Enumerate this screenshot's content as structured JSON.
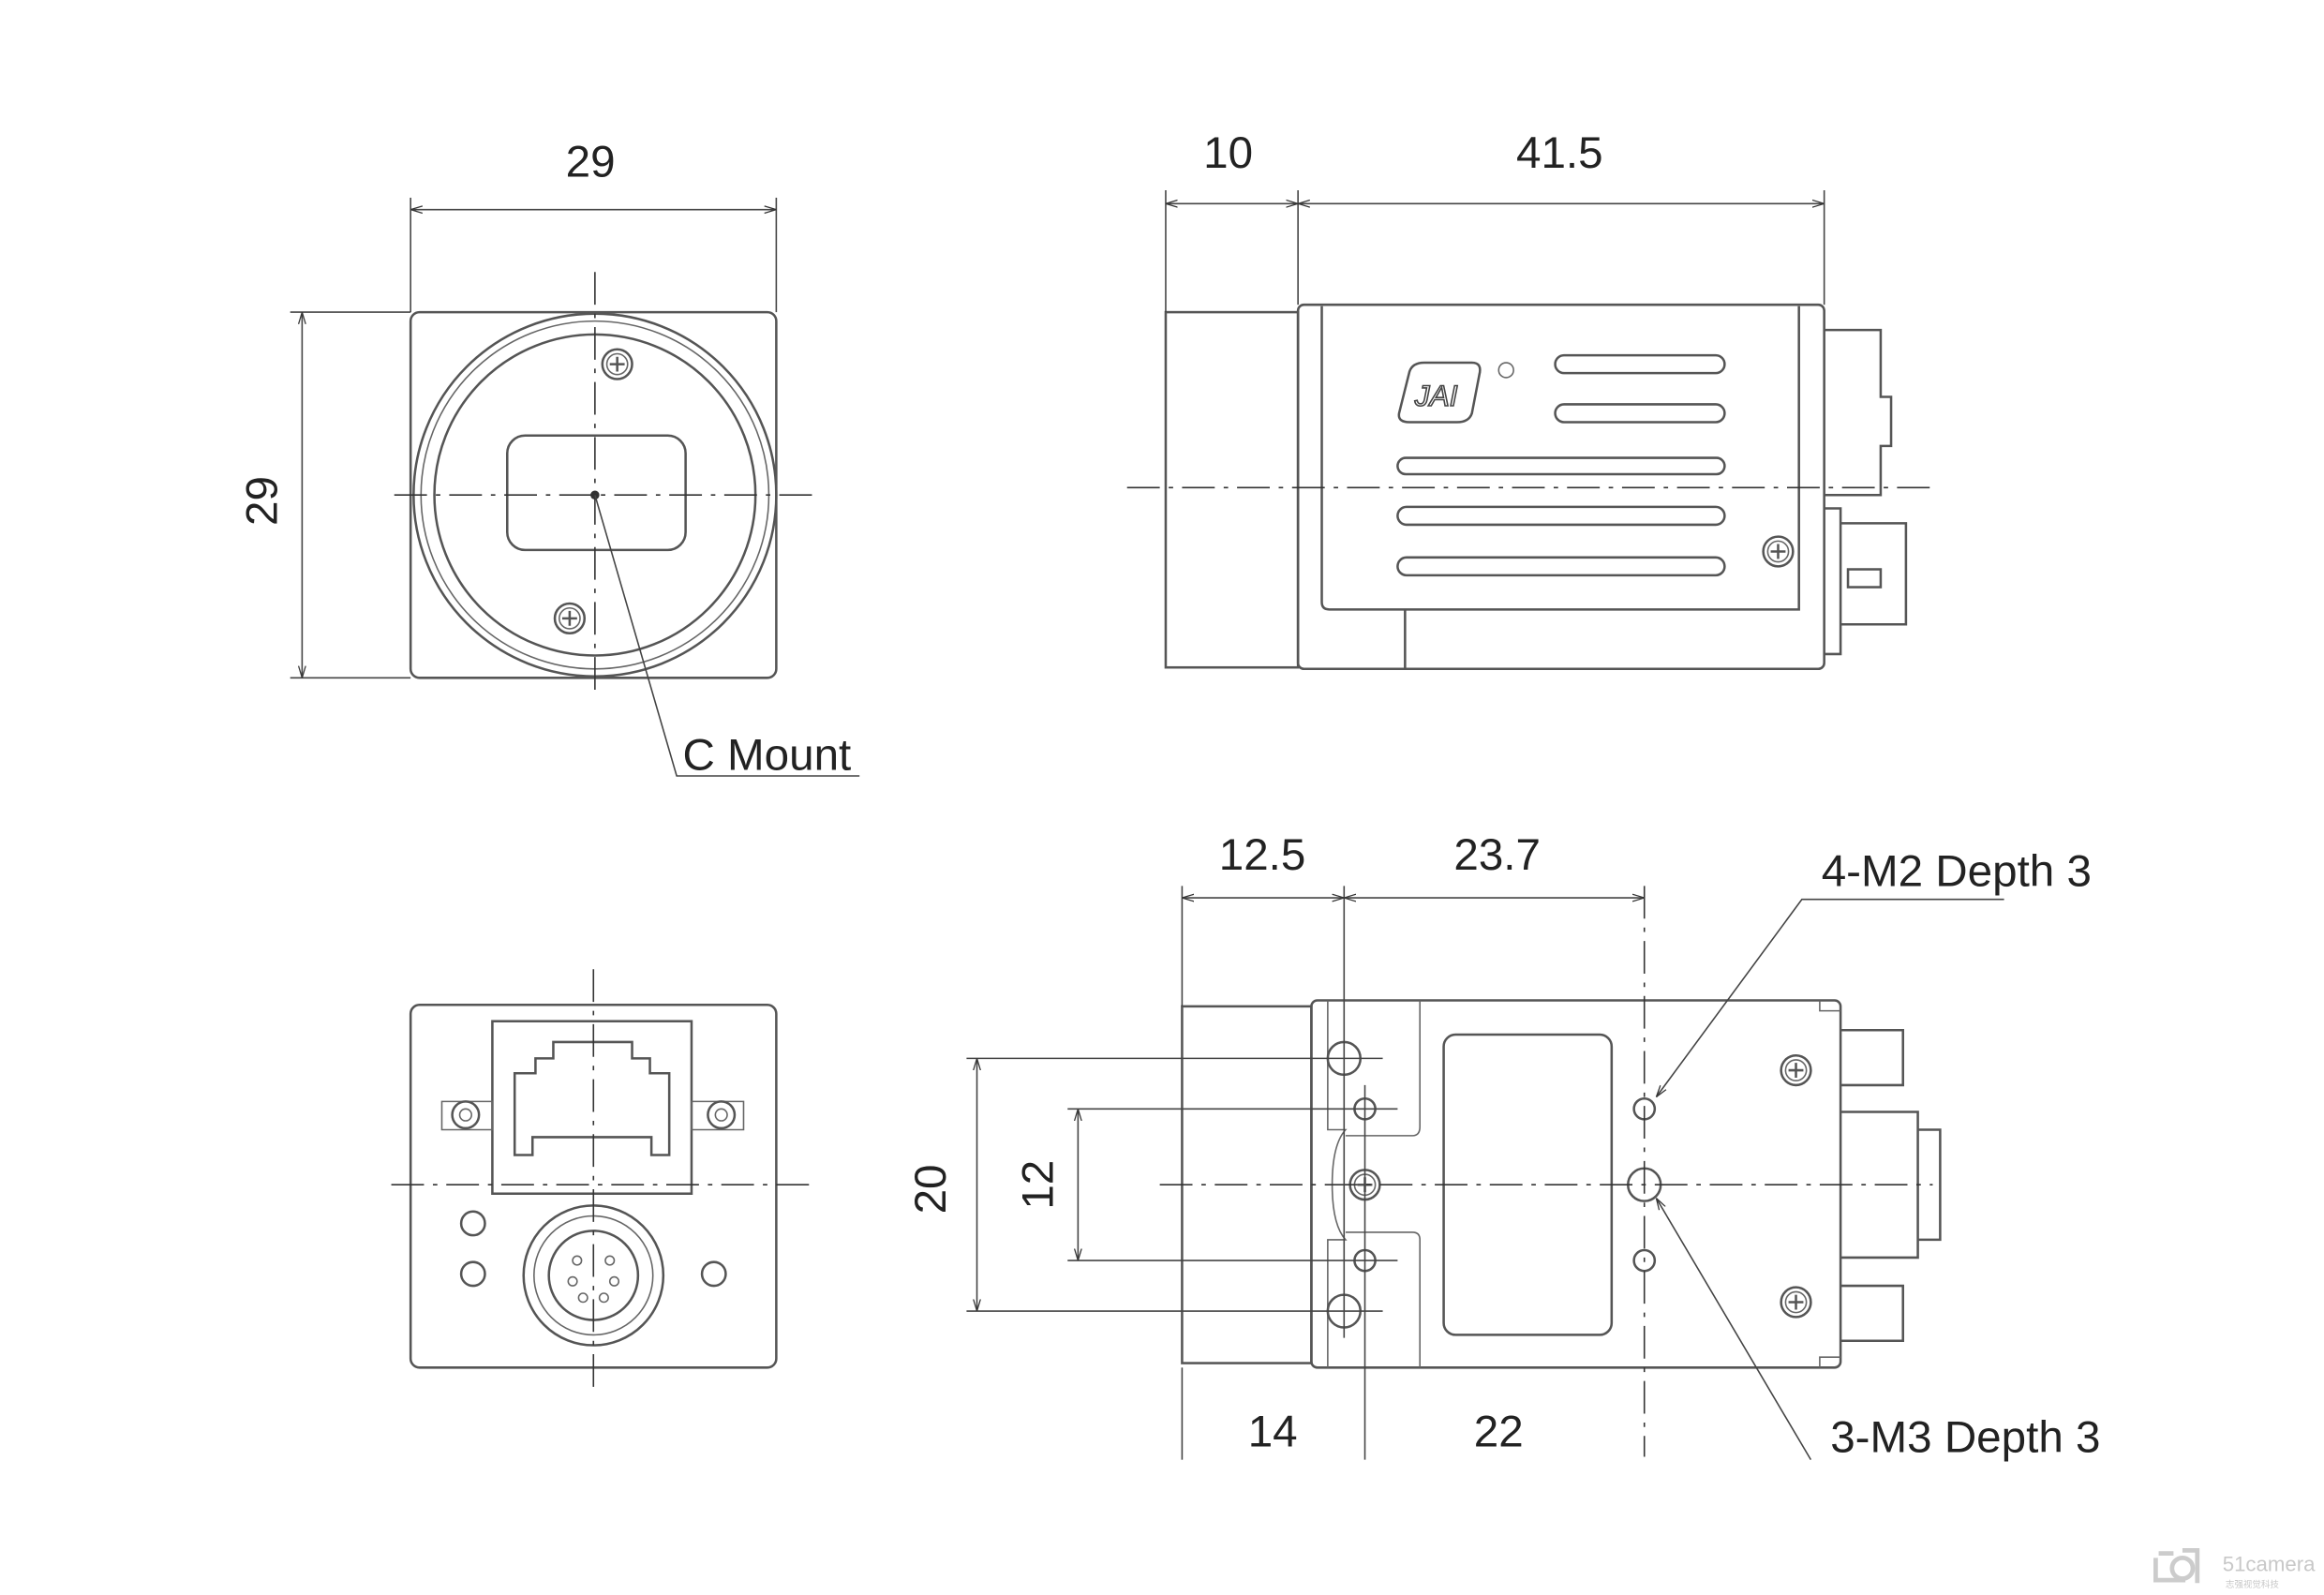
{
  "front_view": {
    "width_dim": "29",
    "height_dim": "29",
    "mount_label": "C Mount"
  },
  "side_view": {
    "lens_dim": "10",
    "body_dim": "41.5",
    "logo": "JAI"
  },
  "bottom_view": {
    "dim_top_left": "12.5",
    "dim_top_right": "23.7",
    "dim_outer_vertical": "20",
    "dim_inner_vertical": "12",
    "dim_bottom_left": "14",
    "dim_bottom_right": "22",
    "hole_label_m2": "4-M2 Depth 3",
    "hole_label_m3": "3-M3 Depth 3"
  },
  "watermark": {
    "brand": "51camera",
    "subtitle": "志强视觉科技"
  }
}
